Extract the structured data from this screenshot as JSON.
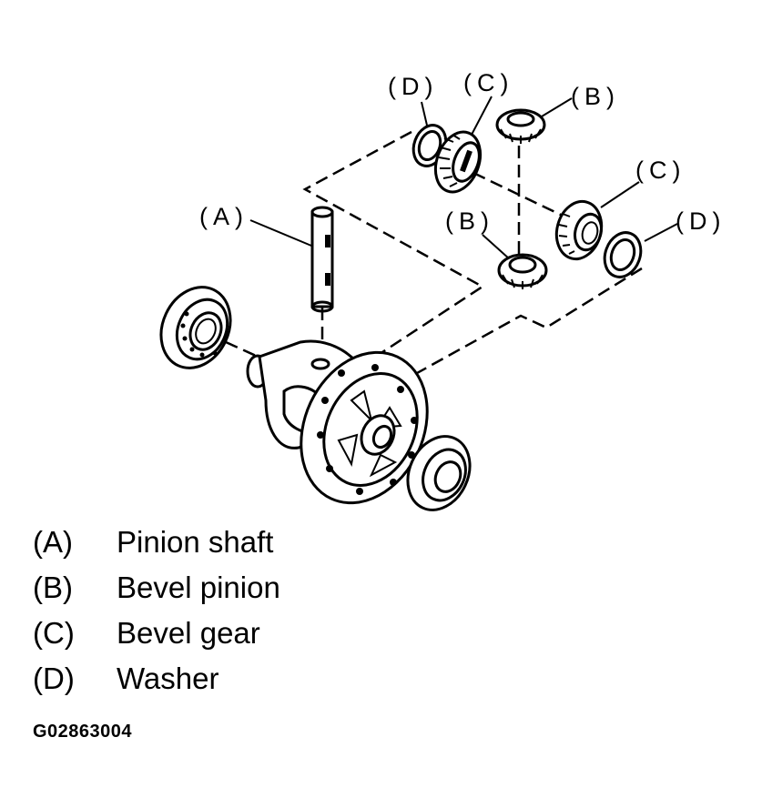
{
  "callouts": {
    "d_top": "(D)",
    "c_top": "(C)",
    "b_top": "(B)",
    "c_right": "(C)",
    "a": "(A)",
    "b_mid": "(B)",
    "d_right": "(D)"
  },
  "legend": [
    {
      "key": "(A)",
      "label": "Pinion shaft"
    },
    {
      "key": "(B)",
      "label": "Bevel pinion"
    },
    {
      "key": "(C)",
      "label": "Bevel gear"
    },
    {
      "key": "(D)",
      "label": "Washer"
    }
  ],
  "figure_code": "G02863004"
}
